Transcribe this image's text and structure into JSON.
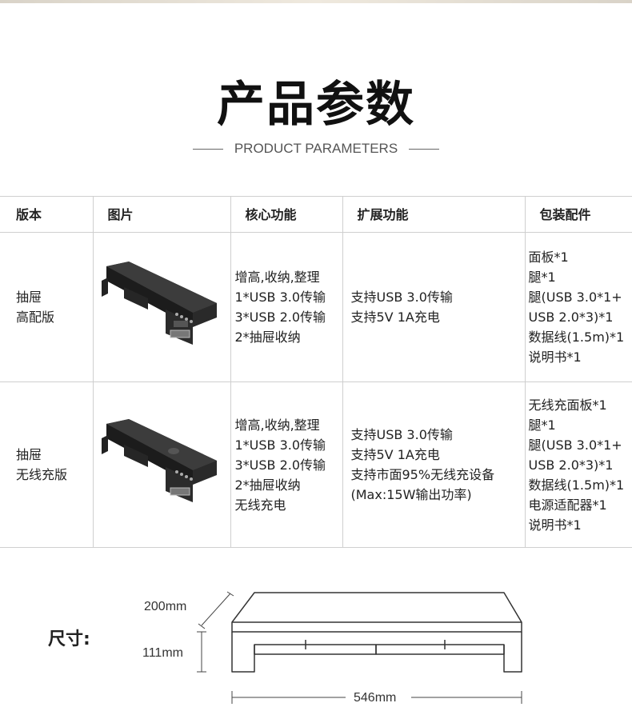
{
  "title": "产品参数",
  "subtitle": "PRODUCT PARAMETERS",
  "table": {
    "headers": [
      "版本",
      "图片",
      "核心功能",
      "扩展功能",
      "包装配件"
    ],
    "rows": [
      {
        "version": [
          "抽屉",
          "高配版"
        ],
        "image_icon": "monitor-stand-drawer-icon",
        "core": [
          "增高,收纳,整理",
          "1*USB 3.0传输",
          "3*USB 2.0传输",
          "2*抽屉收纳"
        ],
        "extended": [
          "支持USB 3.0传输",
          "支持5V 1A充电"
        ],
        "package": [
          "面板*1",
          "腿*1",
          "腿(USB 3.0*1+",
          "USB 2.0*3)*1",
          "数据线(1.5m)*1",
          "说明书*1"
        ]
      },
      {
        "version": [
          "抽屉",
          "无线充版"
        ],
        "image_icon": "monitor-stand-wireless-icon",
        "core": [
          "增高,收纳,整理",
          "1*USB 3.0传输",
          "3*USB 2.0传输",
          "2*抽屉收纳",
          "无线充电"
        ],
        "extended": [
          "支持USB 3.0传输",
          "支持5V 1A充电",
          "支持市面95%无线充设备",
          "(Max:15W输出功率)"
        ],
        "package": [
          "无线充面板*1",
          "腿*1",
          "腿(USB 3.0*1+",
          "USB 2.0*3)*1",
          "数据线(1.5m)*1",
          "电源适配器*1",
          "说明书*1"
        ]
      }
    ]
  },
  "size": {
    "label": "尺寸:",
    "depth": "200mm",
    "height": "111mm",
    "width": "546mm"
  }
}
